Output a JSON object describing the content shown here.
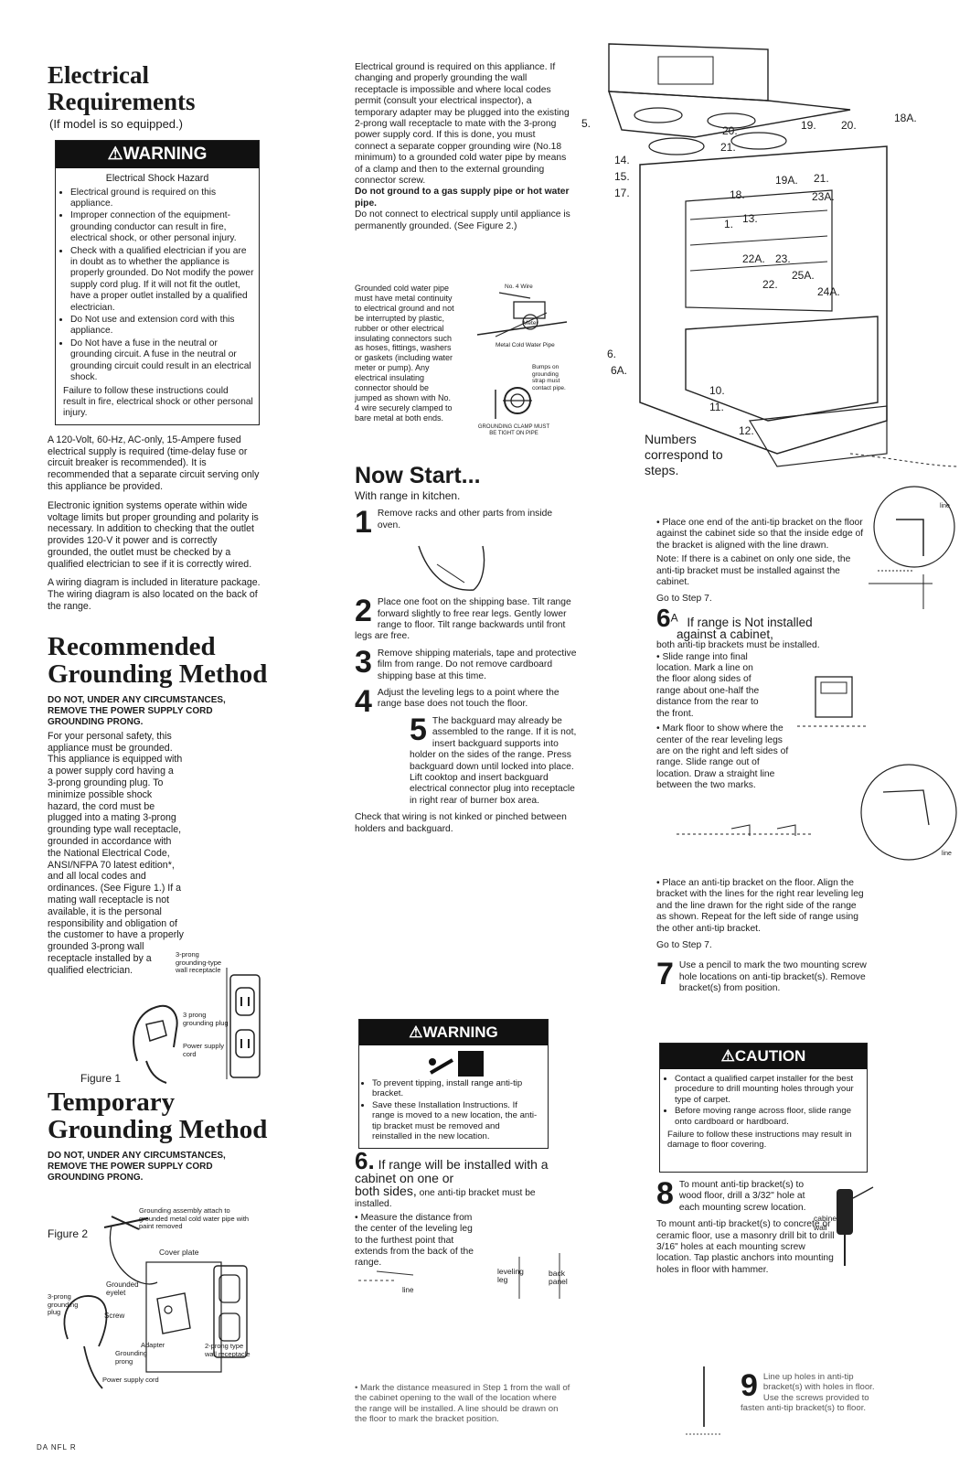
{
  "left": {
    "elec_title_1": "Electrical",
    "elec_title_2": "Requirements",
    "elec_subtitle": "(If model is so equipped.)",
    "warning_label": "WARNING",
    "hazard_title": "Electrical Shock Hazard",
    "hazard_items": [
      "Electrical ground is required on this appliance.",
      "Improper connection of the equipment-grounding conductor can result in fire, electrical shock, or other personal injury.",
      "Check with a qualified electrician if you are in doubt as to whether the appliance is properly grounded. Do Not modify the power supply cord plug. If it will not fit the outlet, have a proper outlet installed by a qualified electrician.",
      "Do Not use and extension cord with this appliance.",
      "Do Not have a fuse in the neutral or grounding circuit. A fuse in the neutral or grounding circuit could result in an electrical shock."
    ],
    "hazard_footer": "Failure to follow these instructions could result in fire, electrical shock or other personal injury.",
    "p1": "A 120-Volt, 60-Hz, AC-only, 15-Ampere fused electrical supply is required (time-delay fuse or circuit breaker is recommended). It is recommended that a separate circuit serving only this appliance be provided.",
    "p2": "Electronic ignition systems operate within wide voltage limits but proper grounding and polarity is necessary. In addition to checking that the outlet provides 120-V it power and is correctly grounded, the outlet must be checked by a qualified electrician to see if it is correctly wired.",
    "p3": "A wiring diagram is included in literature package. The wiring diagram is also located on the back of the range.",
    "rec_title_1": "Recommended",
    "rec_title_2": "Grounding Method",
    "rec_caps": "DO NOT, UNDER ANY CIRCUMSTANCES, REMOVE THE POWER SUPPLY CORD GROUNDING PRONG.",
    "rec_body": "For your personal safety, this appliance must be grounded. This appliance is equipped with a power supply cord having a 3-prong grounding plug. To minimize possible shock hazard, the cord must be plugged into a mating 3-prong grounding type wall receptacle, grounded in accordance with the National Electrical Code, ANSI/NFPA 70 latest edition*, and all local codes and ordinances. (See Figure 1.) If a mating wall receptacle is not available, it is the personal responsibility and obligation of the customer to have a properly grounded 3-prong wall receptacle installed by a qualified electrician.",
    "fig1_labels": {
      "wall": "3-prong grounding-type wall receptacle",
      "plug": "3 prong grounding plug",
      "cord": "Power supply cord",
      "caption": "Figure 1"
    },
    "temp_title_1": "Temporary",
    "temp_title_2": "Grounding Method",
    "temp_caps": "DO NOT, UNDER ANY CIRCUMSTANCES, REMOVE THE POWER SUPPLY CORD GROUNDING PRONG.",
    "fig2_labels": {
      "caption": "Figure 2",
      "assembly": "Grounding assembly attach to grounded metal cold water pipe with paint removed",
      "cover": "Cover plate",
      "plug": "3-prong grounding plug",
      "eyelet": "Grounded eyelet",
      "screw": "Screw",
      "adapter": "Adapter",
      "prong": "Grounding prong",
      "wallrec": "2-prong type wall receptacle",
      "cord": "Power supply cord"
    },
    "footer_code": "DA NFL R"
  },
  "middle": {
    "ground_p": "Electrical ground is required on this appliance. If changing and properly grounding the wall receptacle is impossible and where local codes permit (consult your electrical inspector), a temporary adapter may be plugged into the existing 2-prong wall receptacle to mate with the 3-prong power supply cord. If this is done, you must connect a separate copper grounding wire (No.18 minimum) to a grounded cold water pipe by means of a clamp and then to the external grounding connector screw.",
    "ground_bold": "Do not ground to a gas supply pipe or hot water pipe.",
    "ground_tail": "Do not connect to electrical supply until appliance is permanently grounded. (See Figure 2.)",
    "pipe_text": "Grounded cold water pipe must have metal continuity to electrical ground and not be interrupted by plastic, rubber or other electrical insulating connectors such as hoses, fittings, washers or gaskets (including water meter or pump). Any electrical insulating connector should be jumped as shown with No. 4 wire securely clamped to bare metal at both ends.",
    "pipe_labels": {
      "wire": "No. 4 Wire",
      "meter": "Meter",
      "metal": "Metal Cold Water Pipe",
      "bumps": "Bumps on grounding strap must contact pipe.",
      "clamp": "GROUNDING CLAMP MUST BE TIGHT ON PIPE"
    },
    "now_title": "Now Start...",
    "now_sub": "With range in kitchen.",
    "steps": [
      {
        "n": "1",
        "text": "Remove racks and other parts from inside oven."
      },
      {
        "n": "2",
        "text": "Place one foot on the shipping base. Tilt range forward slightly to free rear legs. Gently lower range to floor. Tilt range backwards until front legs are free."
      },
      {
        "n": "3",
        "text": "Remove shipping materials, tape and protective film from range. Do not remove cardboard shipping base at this time."
      },
      {
        "n": "4",
        "text": "Adjust the leveling legs to a point where the range base does not touch the floor."
      },
      {
        "n": "5",
        "text": "The backguard may already be assembled to the range. If it is not, insert backguard supports into holder on the sides of the range. Press backguard down until locked into place. Lift cooktop and insert backguard electrical connector plug into receptacle in right rear of burner box area."
      }
    ],
    "check_text": "Check that wiring is not kinked or pinched between holders and backguard.",
    "warning_label": "WARNING",
    "tip_items": [
      "To prevent tipping, install range anti-tip bracket.",
      "Save these Installation Instructions. If range is moved to a new location, the anti-tip bracket must be removed and reinstalled in the new location."
    ],
    "step6_n": "6.",
    "step6_head": "If range will be installed with a cabinet on one or",
    "step6_head2": "both sides,",
    "step6_tail": "one anti-tip bracket must be installed.",
    "step6_bullet": "Measure the distance from the center of the leveling leg to the furthest point that extends from the back of the range.",
    "step6_labels": {
      "leveling": "leveling leg",
      "back": "back panel",
      "line": "line"
    },
    "step6_bullet2": "Mark the distance measured in Step 1 from the wall of the cabinet opening to the wall of the location where the range will be installed. A line should be drawn on the floor to mark the bracket position."
  },
  "right": {
    "part_numbers": [
      "5.",
      "14.",
      "15.",
      "17.",
      "6.",
      "6A.",
      "10.",
      "11.",
      "12.",
      "18A.",
      "19.",
      "20.",
      "20.",
      "21.",
      "19A.",
      "21.",
      "18.",
      "23A.",
      "1.",
      "13.",
      "22A.",
      "23.",
      "25A.",
      "22.",
      "24A."
    ],
    "numbers_note": "Numbers correspond to steps.",
    "line_label": "line",
    "bracket_bullet": "Place one end of the anti-tip bracket on the floor against the cabinet side so that the inside edge of the bracket is aligned with the line drawn.",
    "note": "Note: If there is a cabinet on only one side, the anti-tip bracket must be installed against the cabinet.",
    "goto7": "Go to Step 7.",
    "step6a_n": "6",
    "step6a_sup": "A",
    "step6a_head": "If range is Not installed",
    "step6a_head2": "against a cabinet,",
    "step6a_sub": "both anti-tip brackets must be installed.",
    "step6a_b1": "Slide range into final location. Mark a line on the floor along sides of range about one-half the distance from the rear to the front.",
    "step6a_b2": "Mark floor to show where the center of the rear leveling legs are on the right and left sides of range. Slide range out of location. Draw a straight line between the two marks.",
    "step6a_b3": "Place an anti-tip bracket on the floor. Align the bracket with the lines for the right rear leveling leg and the line drawn for the right side of the range as shown. Repeat for the left side of range using the other anti-tip bracket.",
    "goto7b": "Go to Step 7.",
    "step7_n": "7",
    "step7_text": "Use a pencil to mark the two mounting screw hole locations on anti-tip bracket(s). Remove bracket(s) from position.",
    "caution_label": "CAUTION",
    "caution_items": [
      "Contact a qualified carpet installer for the best procedure to drill mounting holes through your type of carpet.",
      "Before moving range across floor, slide range onto cardboard or hardboard."
    ],
    "caution_footer": "Failure to follow these instructions may result in damage to floor covering.",
    "step8_n": "8",
    "step8_text": "To mount anti-tip bracket(s) to wood floor, drill a 3/32\" hole at each mounting screw location.",
    "step8_labels": {
      "cabinet": "cabinet wall"
    },
    "step8_text2": "To mount anti-tip bracket(s) to concrete or ceramic floor, use a masonry drill bit to drill 3/16\" holes at each mounting screw location. Tap plastic anchors into mounting holes in floor with hammer.",
    "step9_n": "9",
    "step9_text": "Line up holes in anti-tip bracket(s) with holes in floor. Use the screws provided to fasten anti-tip bracket(s) to floor."
  },
  "colors": {
    "ink": "#1a1a1a",
    "paper": "#ffffff",
    "warn_bg": "#111111"
  }
}
